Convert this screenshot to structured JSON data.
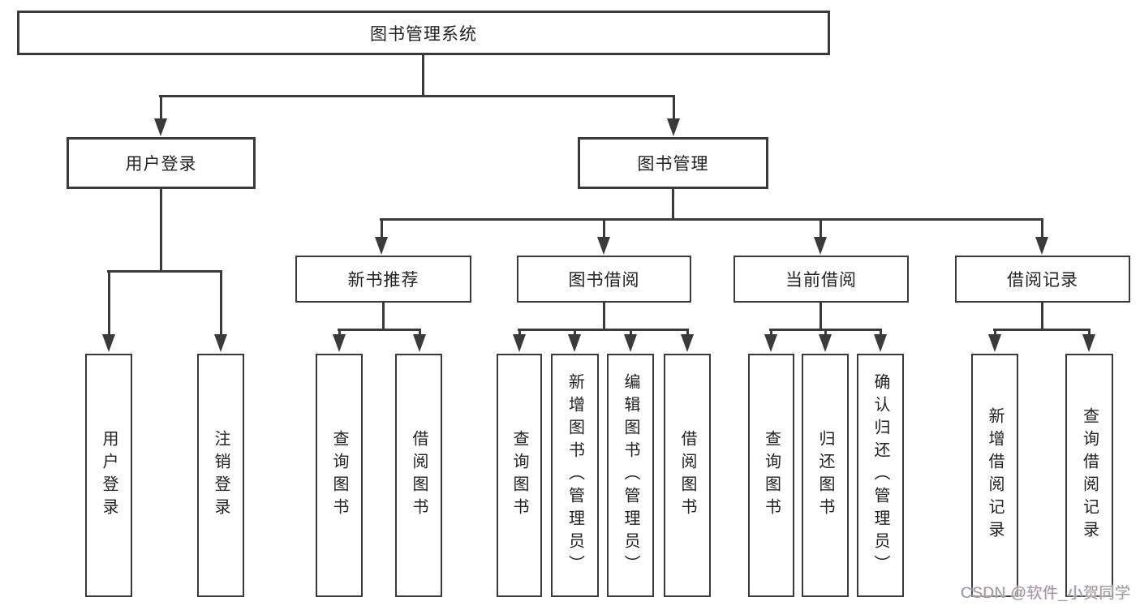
{
  "diagram": {
    "root": {
      "label": "图书管理系统"
    },
    "branches": [
      {
        "label": "用户登录",
        "children": [
          {
            "label": "用户登录"
          },
          {
            "label": "注销登录"
          }
        ]
      },
      {
        "label": "图书管理",
        "children": [
          {
            "label": "新书推荐",
            "children": [
              {
                "label": "查询图书"
              },
              {
                "label": "借阅图书"
              }
            ]
          },
          {
            "label": "图书借阅",
            "children": [
              {
                "label": "查询图书"
              },
              {
                "label": "新增图书（管理员）"
              },
              {
                "label": "编辑图书（管理员）"
              },
              {
                "label": "借阅图书"
              }
            ]
          },
          {
            "label": "当前借阅",
            "children": [
              {
                "label": "查询图书"
              },
              {
                "label": "归还图书"
              },
              {
                "label": "确认归还（管理员）"
              }
            ]
          },
          {
            "label": "借阅记录",
            "children": [
              {
                "label": "新增借阅记录"
              },
              {
                "label": "查询借阅记录"
              }
            ]
          }
        ]
      }
    ]
  },
  "watermark": {
    "text": "CSDN @软件_小贺同学"
  },
  "colors": {
    "line": "#3a3a3a",
    "text": "#222222",
    "watermark": "#9b9b9b",
    "background": "#ffffff"
  }
}
